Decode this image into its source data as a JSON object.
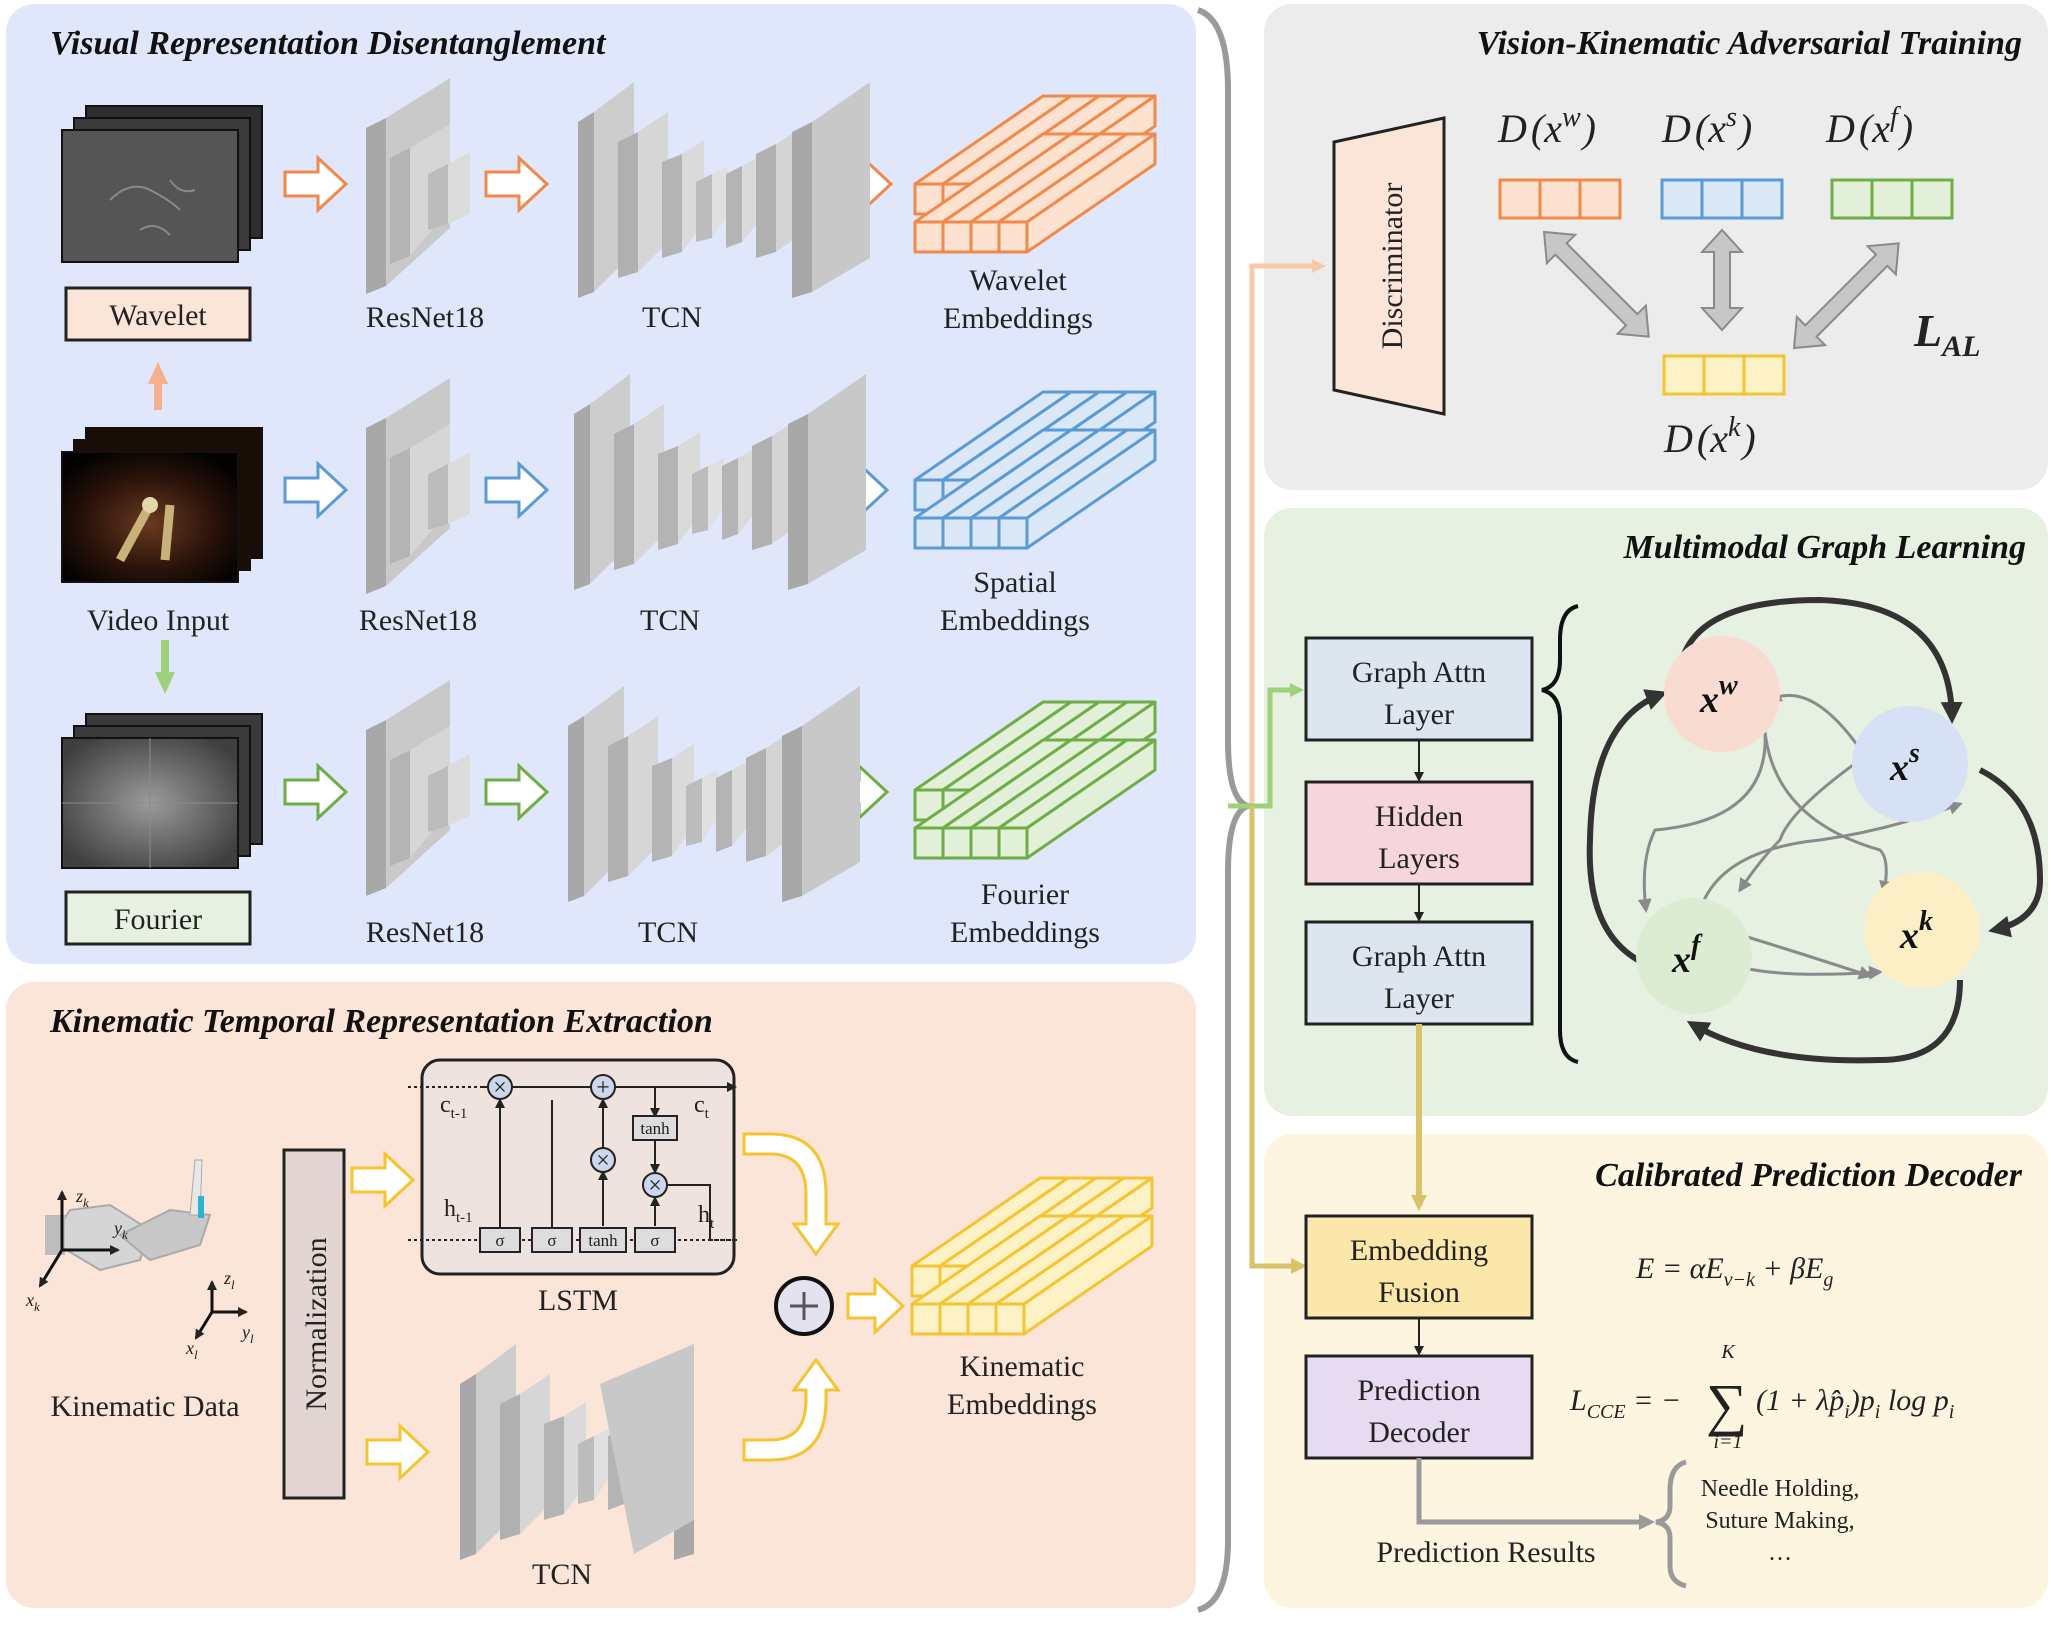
{
  "panels": {
    "visual": "Visual Representation Disentanglement",
    "kinematic": "Kinematic Temporal Representation Extraction",
    "adversarial": "Vision-Kinematic Adversarial Training",
    "graph": "Multimodal Graph Learning",
    "decoder": "Calibrated Prediction Decoder"
  },
  "visual": {
    "wavelet_box": "Wavelet",
    "video_input": "Video Input",
    "fourier_box": "Fourier",
    "resnet": "ResNet18",
    "tcn": "TCN",
    "wavelet_emb": [
      "Wavelet",
      "Embeddings"
    ],
    "spatial_emb": [
      "Spatial",
      "Embeddings"
    ],
    "fourier_emb": [
      "Fourier",
      "Embeddings"
    ]
  },
  "kinematic": {
    "data_label": "Kinematic Data",
    "normalization": "Normalization",
    "lstm": "LSTM",
    "tcn": "TCN",
    "embeddings": [
      "Kinematic",
      "Embeddings"
    ],
    "axes": [
      "z",
      "k",
      "y",
      "k",
      "x",
      "k",
      "z",
      "l",
      "x",
      "l",
      "y",
      "l"
    ],
    "lstm_labels": {
      "c_prev": "c",
      "c_prev_sub": "t-1",
      "c_next": "c",
      "c_next_sub": "t",
      "h_prev": "h",
      "h_prev_sub": "t-1",
      "h_next": "h",
      "h_next_sub": "t",
      "sigma": "σ",
      "tanh": "tanh",
      "times": "×",
      "plus": "+"
    }
  },
  "adversarial": {
    "discriminator": "Discriminator",
    "dw": [
      "D",
      "(",
      "x",
      "w",
      ")"
    ],
    "ds": [
      "D",
      "(",
      "x",
      "s",
      ")"
    ],
    "df": [
      "D",
      "(",
      "x",
      "f",
      ")"
    ],
    "dk": [
      "D",
      "(",
      "x",
      "k",
      ")"
    ],
    "loss": [
      "L",
      "AL"
    ]
  },
  "graph": {
    "layer1": [
      "Graph Attn",
      "Layer"
    ],
    "hidden": [
      "Hidden",
      "Layers"
    ],
    "layer2": [
      "Graph Attn",
      "Layer"
    ],
    "nodes": {
      "w": [
        "x",
        "w"
      ],
      "s": [
        "x",
        "s"
      ],
      "f": [
        "x",
        "f"
      ],
      "k": [
        "x",
        "k"
      ]
    }
  },
  "decoder": {
    "fusion": [
      "Embedding",
      "Fusion"
    ],
    "prediction": [
      "Prediction",
      "Decoder"
    ],
    "results": "Prediction Results",
    "outputs": [
      "Needle Holding,",
      "Suture Making,",
      "…"
    ],
    "eq1": "E = αE",
    "eq1_sub1": "v−k",
    "eq1_mid": " + βE",
    "eq1_sub2": "g",
    "eq2_lhs": "L",
    "eq2_lhs_sub": "CCE",
    "eq2_eq": " = −",
    "eq2_sum": "∑",
    "eq2_sum_top": "K",
    "eq2_sum_bot": "i=1",
    "eq2_body": "(1 + λp̂",
    "eq2_body_sub": "i",
    "eq2_body2": ")p",
    "eq2_body2_sub": "i",
    "eq2_log": " log p",
    "eq2_log_sub": "i"
  },
  "colors": {
    "visual_bg": "#e0e7fb",
    "kinematic_bg": "#fbe4d8",
    "adversarial_bg": "#ececec",
    "graph_bg": "#e6f1e1",
    "decoder_bg": "#fdf5e0",
    "wavelet": "#f08a4b",
    "spatial": "#5b9bd5",
    "fourier": "#70ad47",
    "kinematic": "#f4c531"
  }
}
